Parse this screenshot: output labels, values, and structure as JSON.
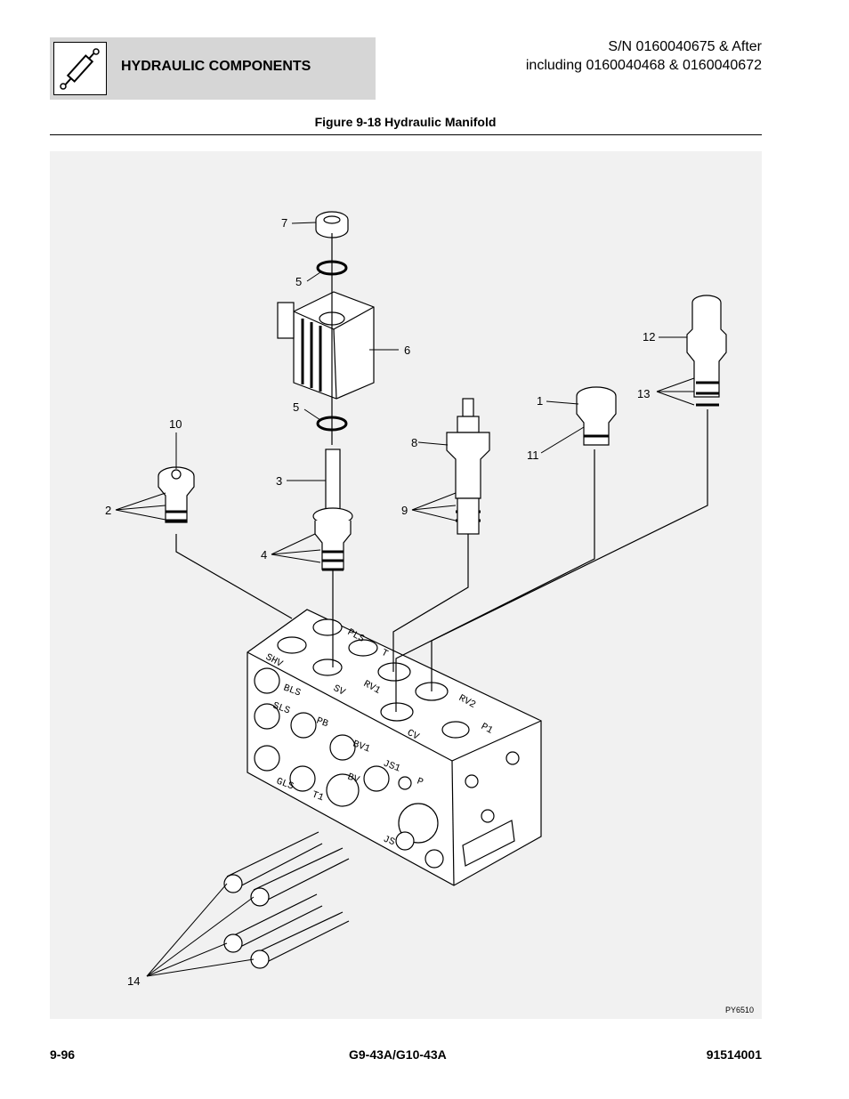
{
  "header": {
    "title": "HYDRAULIC COMPONENTS",
    "sn_line1": "S/N 0160040675 & After",
    "sn_line2": "including 0160040468 & 0160040672",
    "icon": "hydraulic-cylinder-icon"
  },
  "figure": {
    "title": "Figure 9-18 Hydraulic Manifold",
    "ref": "PY6510",
    "callouts": [
      "7",
      "5",
      "6",
      "5",
      "10",
      "8",
      "1",
      "11",
      "12",
      "13",
      "3",
      "2",
      "9",
      "4",
      "14"
    ],
    "port_labels": [
      "SHV",
      "PLS",
      "T",
      "SV",
      "RV1",
      "RV2",
      "CV",
      "P1",
      "BLS",
      "SLS",
      "PB",
      "BV1",
      "GLS",
      "T1",
      "BV",
      "JS1",
      "P",
      "JS"
    ]
  },
  "footer": {
    "page": "9-96",
    "model": "G9-43A/G10-43A",
    "doc": "91514001"
  }
}
